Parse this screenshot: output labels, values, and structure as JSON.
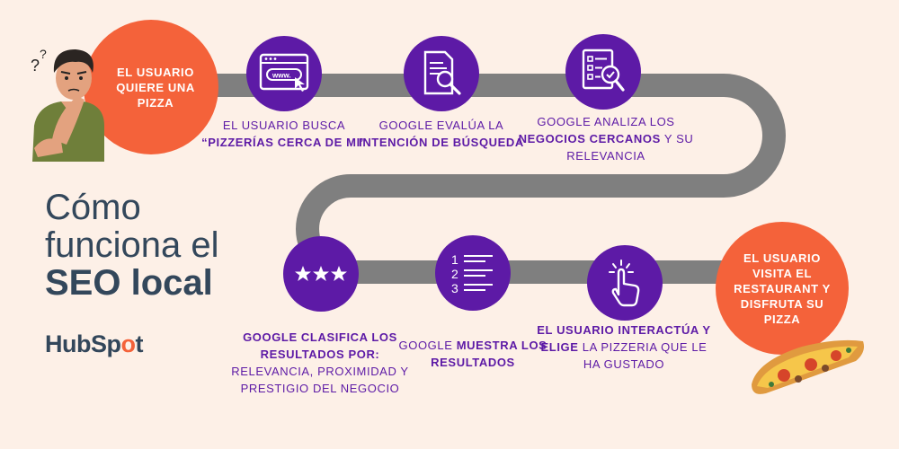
{
  "title": {
    "line1": "Cómo",
    "line2": "funciona el",
    "line3": "SEO local"
  },
  "logo": {
    "part1": "HubSp",
    "part2": "o",
    "part3": "t"
  },
  "steps": {
    "start": "EL USUARIO QUIERE UNA PIZZA",
    "search": {
      "pre": "EL USUARIO BUSCA ",
      "bold": "“PIZZERÍAS CERCA DE MI”",
      "post": ""
    },
    "intent": {
      "pre": "GOOGLE EVALÚA LA ",
      "bold": "INTENCIÓN DE BÚSQUEDA",
      "post": ""
    },
    "analyze": {
      "pre": "GOOGLE ANALIZA LOS ",
      "bold": "NEGOCIOS CERCANOS",
      "post": " Y SU RELEVANCIA"
    },
    "rank": {
      "pre": "",
      "bold": "GOOGLE CLASIFICA LOS RESULTADOS POR:",
      "post": " RELEVANCIA, PROXIMIDAD Y PRESTIGIO DEL NEGOCIO"
    },
    "results": {
      "pre": "GOOGLE ",
      "bold": "MUESTRA LOS RESULTADOS",
      "post": ""
    },
    "choose": {
      "pre": "",
      "bold": "EL USUARIO INTERACTÚA Y ELIGE",
      "post": " LA PIZZERIA QUE LE HA GUSTADO"
    },
    "end": "EL USUARIO VISITA EL RESTAURANT Y DISFRUTA SU PIZZA"
  },
  "icons": {
    "search": "browser-window-icon",
    "intent": "document-magnifier-icon",
    "analyze": "checklist-magnifier-icon",
    "rank": "three-stars-icon",
    "results": "numbered-list-icon",
    "choose": "tap-hand-icon"
  },
  "icon_text": {
    "www": "www.",
    "one": "1",
    "two": "2",
    "three": "3",
    "question": "?"
  },
  "colors": {
    "background": "#fdf0e7",
    "road": "#7f7f7f",
    "purple": "#5d1aa6",
    "orange": "#f4623a",
    "title": "#33475b"
  }
}
